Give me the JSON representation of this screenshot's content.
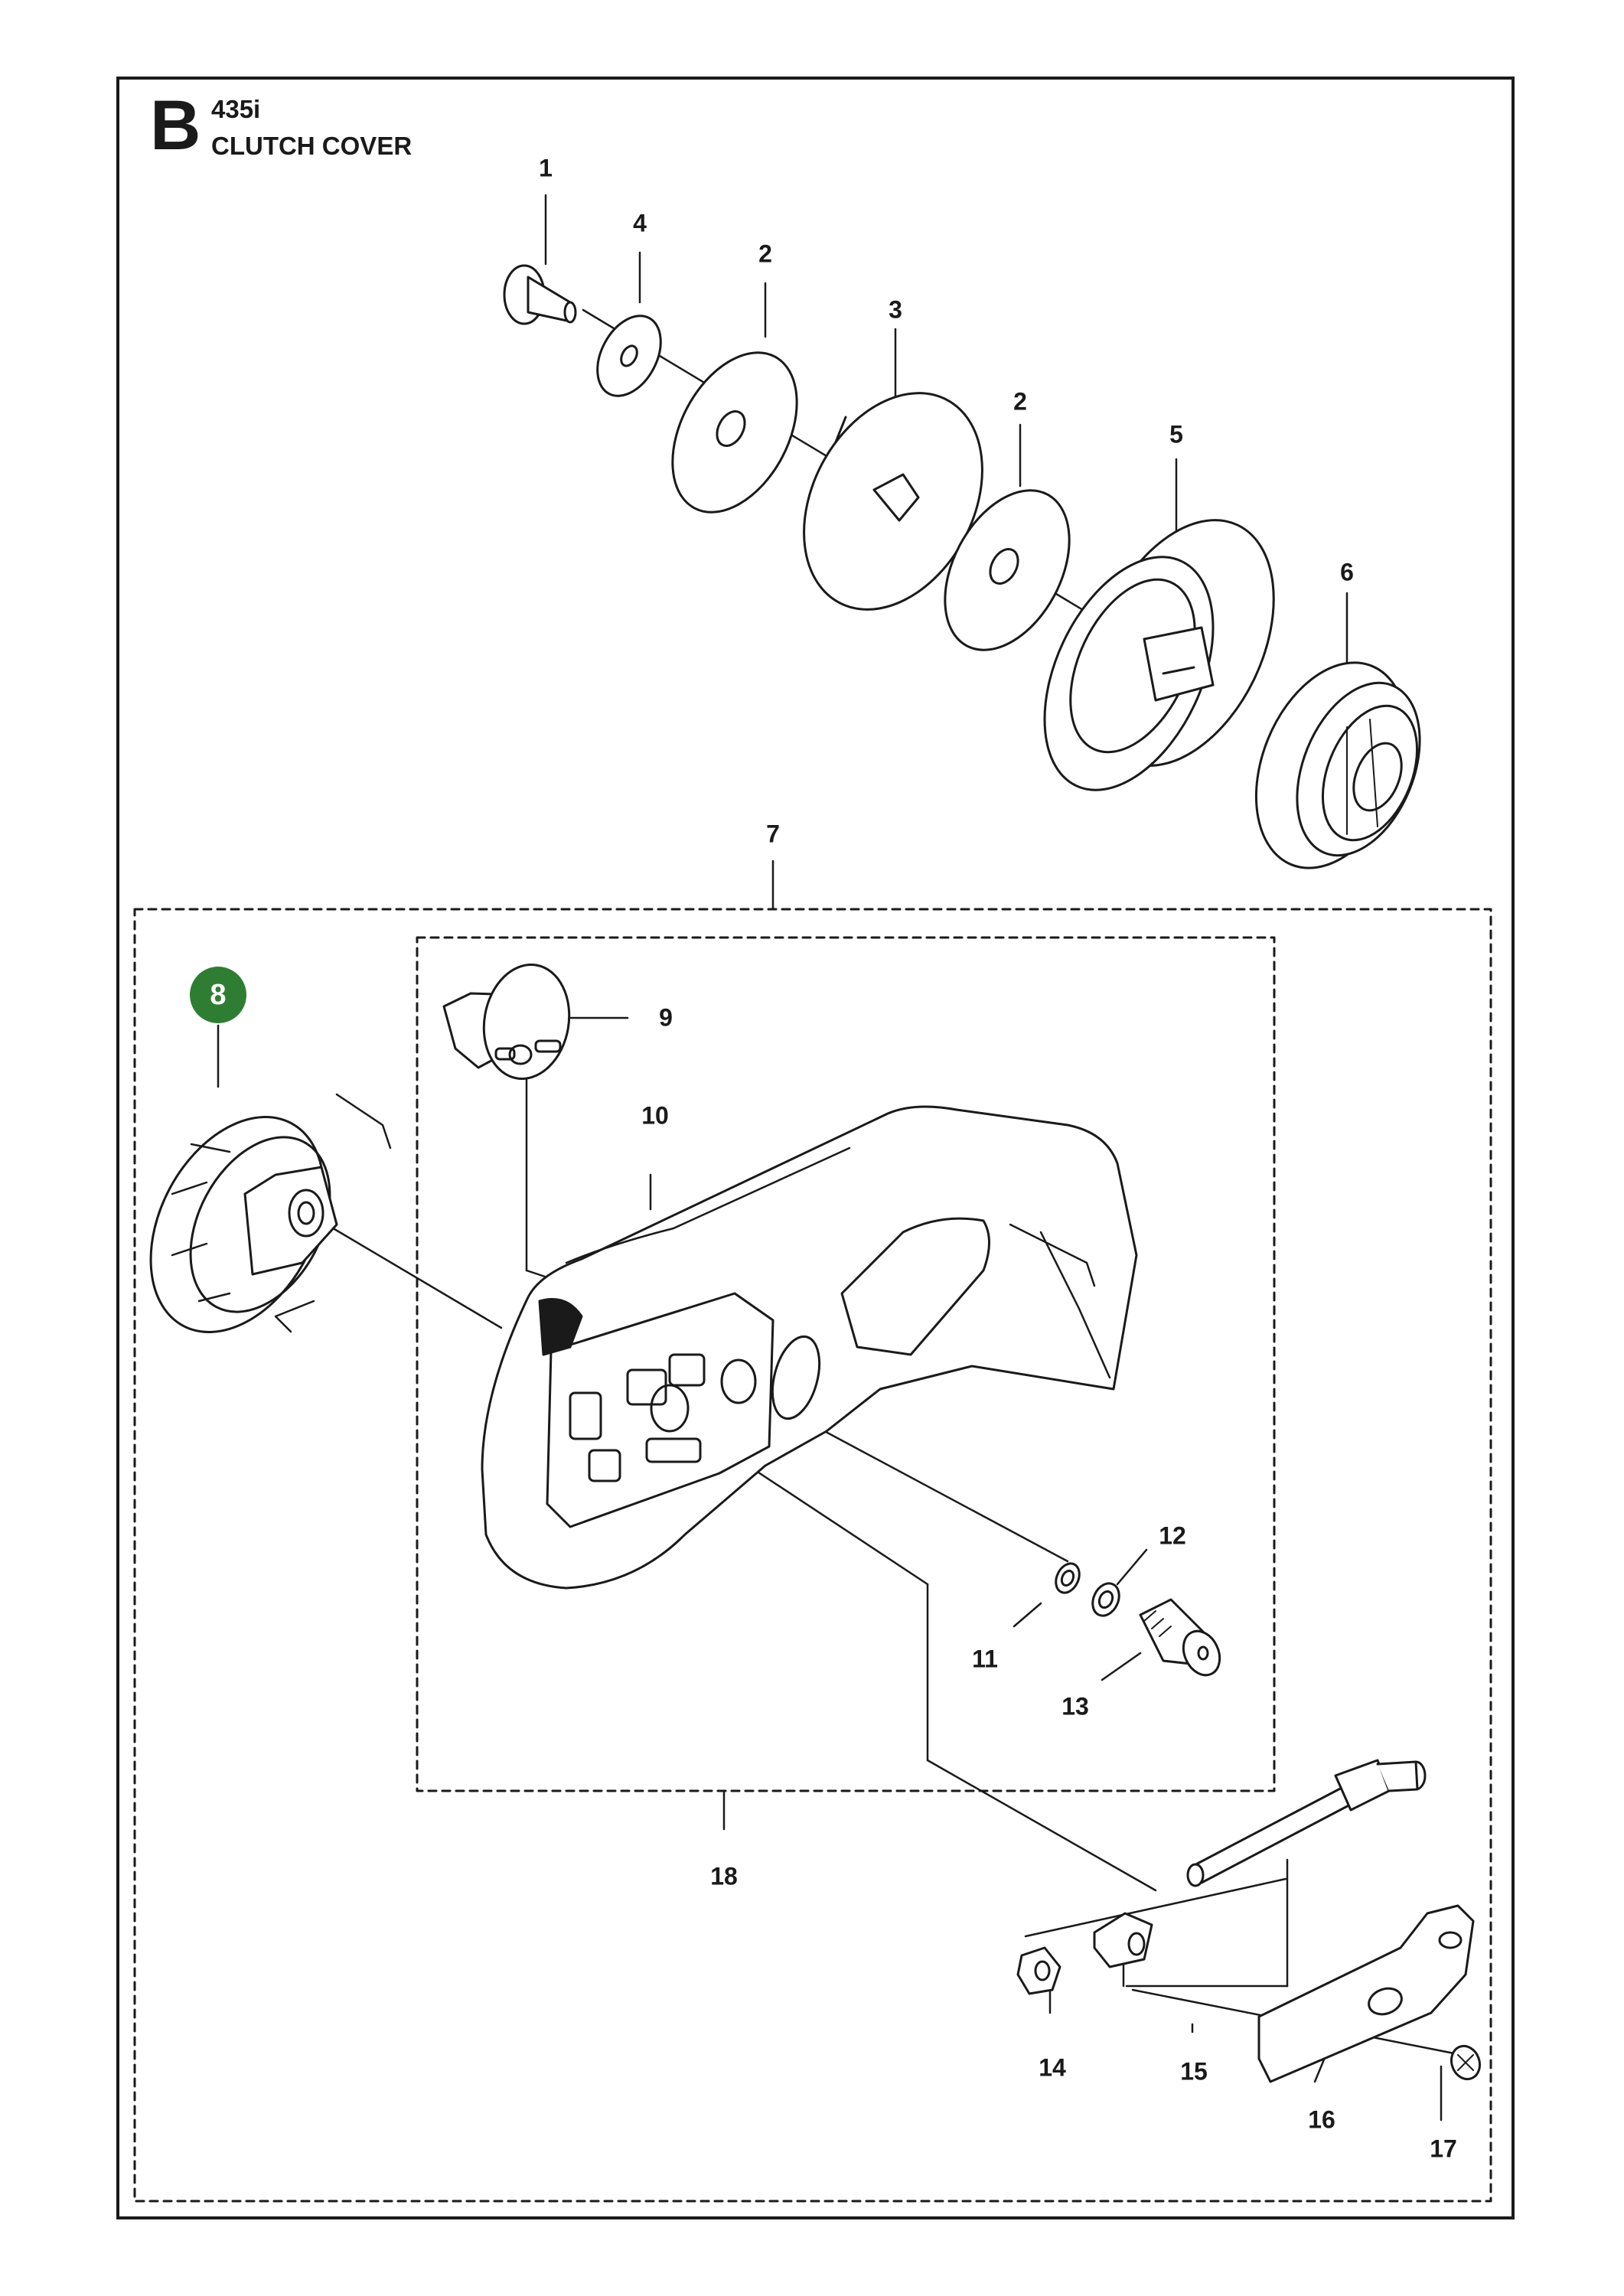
{
  "header": {
    "section": "B",
    "model": "435i",
    "title": "CLUTCH COVER"
  },
  "highlight_color": "#2f7d32",
  "callouts": {
    "p1": "1",
    "p2a": "2",
    "p2b": "2",
    "p3": "3",
    "p4": "4",
    "p5": "5",
    "p6": "6",
    "p7": "7",
    "p8": "8",
    "p9": "9",
    "p10": "10",
    "p11": "11",
    "p12": "12",
    "p13": "13",
    "p14": "14",
    "p15": "15",
    "p16": "16",
    "p17": "17",
    "p18": "18"
  }
}
